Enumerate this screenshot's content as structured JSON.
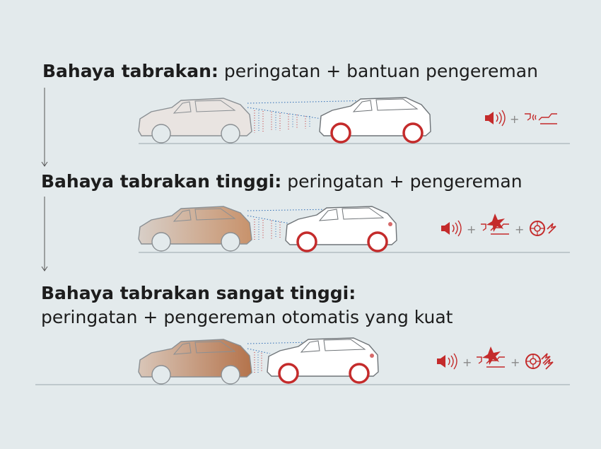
{
  "scenarios": [
    {
      "title": "Bahaya tabrakan:",
      "text": "peringatan + bantuan pengereman",
      "icons": [
        "sound-alert",
        "brake-assist"
      ]
    },
    {
      "title": "Bahaya tabrakan tinggi:",
      "text": "peringatan + pengereman",
      "icons": [
        "sound-alert",
        "brake-impact",
        "wheel-brake"
      ]
    },
    {
      "title": "Bahaya tabrakan sangat tinggi:",
      "text": "peringatan + pengereman otomatis yang kuat",
      "icons": [
        "sound-alert",
        "brake-impact",
        "wheel-brake-strong"
      ]
    }
  ],
  "plus": "+",
  "colors": {
    "background": "#e3eaec",
    "accent_red": "#c42b2b",
    "line": "#9aa6ab",
    "car_outline": "#8a8f93",
    "car_brown": "#b57a55",
    "sensor_blue": "#2f6db5"
  }
}
